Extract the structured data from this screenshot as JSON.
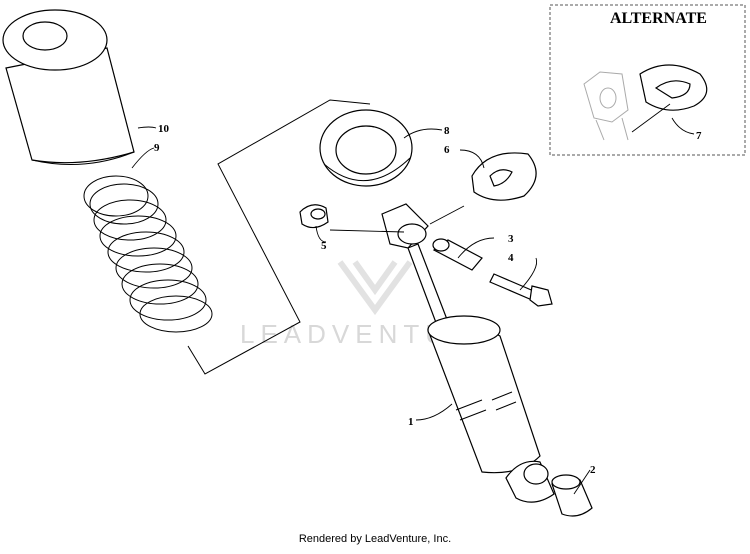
{
  "watermark": "LEADVENTURE",
  "footer": "Rendered by LeadVenture, Inc.",
  "alternate_title": "ALTERNATE",
  "callouts": {
    "c1": "1",
    "c2": "2",
    "c3": "3",
    "c4": "4",
    "c5": "5",
    "c6": "6",
    "c7": "7",
    "c8": "8",
    "c9": "9",
    "c10": "10"
  }
}
